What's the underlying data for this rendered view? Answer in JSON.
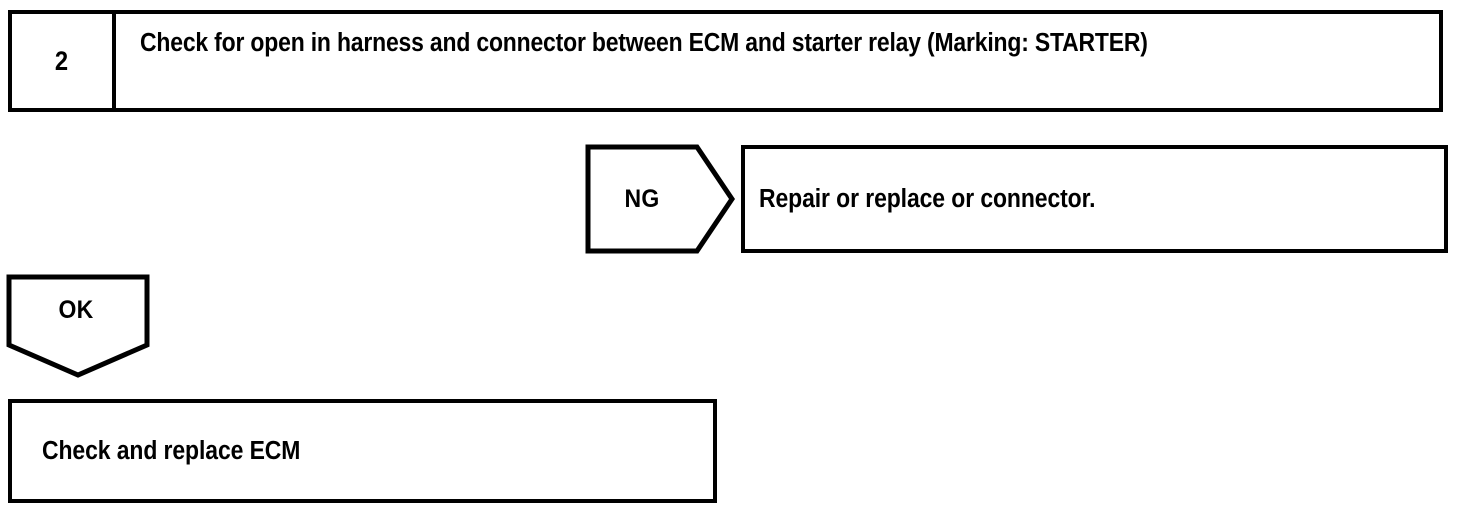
{
  "document": {
    "type": "troubleshooting-flowchart",
    "background_color": "#ffffff",
    "line_color": "#000000"
  },
  "step": {
    "number": "2",
    "description": "Check for open in harness and connector between ECM and starter relay (Marking: STARTER)"
  },
  "branches": {
    "ng": {
      "label": "NG",
      "shape": "right-pointing-pentagon-arrow",
      "result_text": "Repair or replace or connector."
    },
    "ok": {
      "label": "OK",
      "shape": "down-pointing-pentagon-arrow",
      "result_text": "Check and replace ECM"
    }
  }
}
